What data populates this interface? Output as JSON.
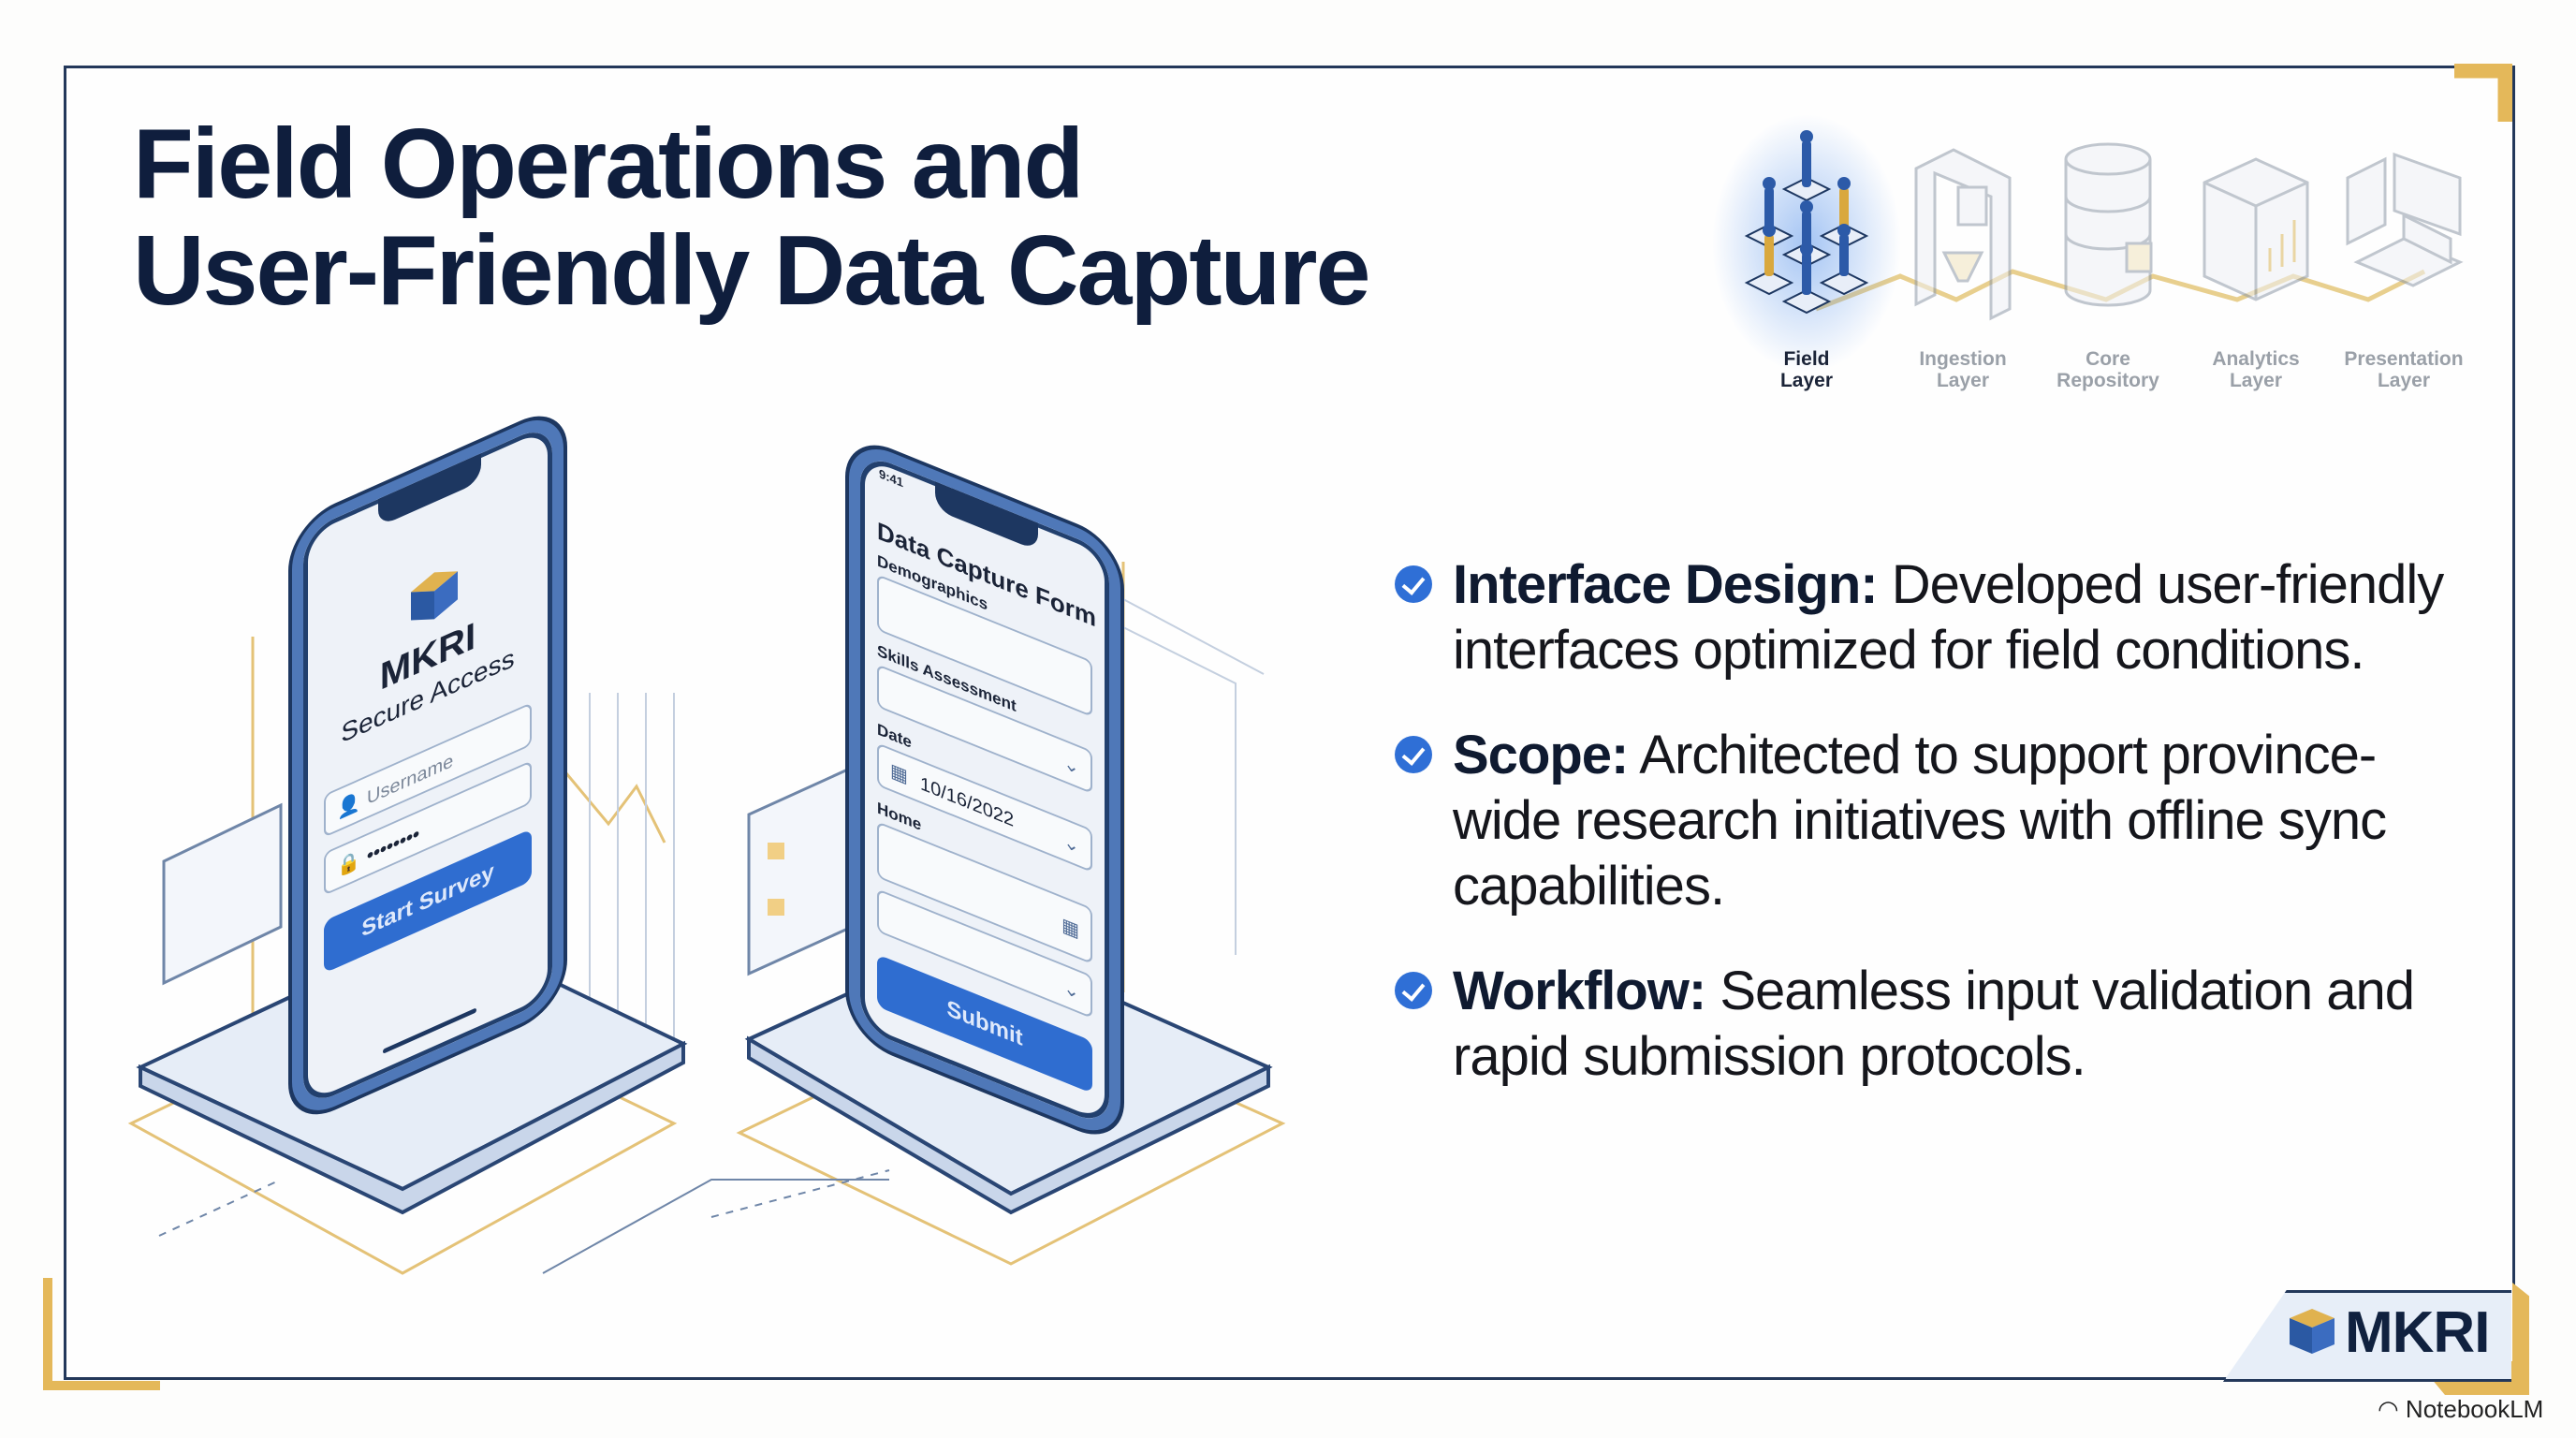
{
  "title": {
    "line1": "Field Operations and",
    "line2": "User-Friendly Data Capture"
  },
  "layers": [
    {
      "line1": "Field",
      "line2": "Layer",
      "active": true,
      "icon": "field-workers-icon"
    },
    {
      "line1": "Ingestion",
      "line2": "Layer",
      "active": false,
      "icon": "ingestion-funnel-icon"
    },
    {
      "line1": "Core",
      "line2": "Repository",
      "active": false,
      "icon": "database-icon"
    },
    {
      "line1": "Analytics",
      "line2": "Layer",
      "active": false,
      "icon": "analytics-cube-icon"
    },
    {
      "line1": "Presentation",
      "line2": "Layer",
      "active": false,
      "icon": "dashboard-screens-icon"
    }
  ],
  "bullets": [
    {
      "heading": "Interface Design:",
      "text": " Developed user-friendly interfaces optimized for field conditions."
    },
    {
      "heading": "Scope:",
      "text": " Architected to support province-wide research initiatives with offline sync capabilities."
    },
    {
      "heading": "Workflow:",
      "text": " Seamless input validation and rapid submission protocols."
    }
  ],
  "login_phone": {
    "brand": "MKRI",
    "subtitle": "Secure Access",
    "username_placeholder": "Username",
    "password_value": "••••••••",
    "button": "Start Survey"
  },
  "form_phone": {
    "status_time": "9:41",
    "title": "Data Capture Form",
    "field1_label": "Demographics",
    "field2_label": "Skills Assessment",
    "field3_label": "Date",
    "date_value": "10/16/2022",
    "field4_label": "Home",
    "button": "Submit"
  },
  "logo": {
    "text": "MKRI"
  },
  "watermark": "NotebookLM",
  "colors": {
    "navy": "#0f1e3d",
    "accent_blue": "#2f6fd6",
    "gold": "#e4b85a",
    "frame": "#23385a"
  }
}
